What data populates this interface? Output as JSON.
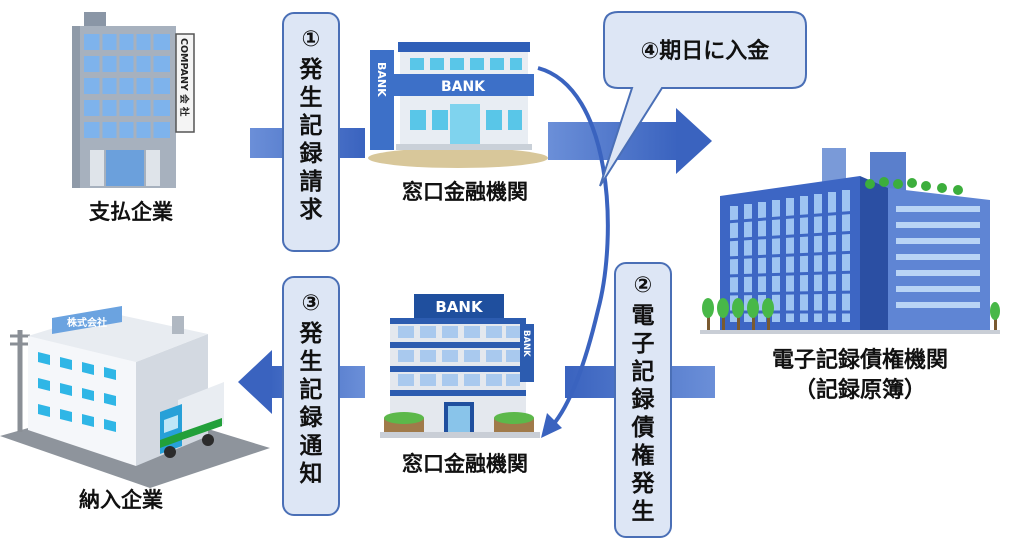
{
  "entities": {
    "payer": "支払企業",
    "bank_top": "窓口金融機関",
    "bank_bottom": "窓口金融機関",
    "supplier": "納入企業",
    "registry": "電子記録債権機関",
    "registry_sub": "（記録原簿）"
  },
  "building_signs": {
    "company_sign": "COMPANY 会 社",
    "bank_top_vertical": "BANK",
    "bank_top_front": "BANK",
    "bank_bottom_top": "BANK",
    "bank_bottom_side": "BANK",
    "supplier_sign": "株式会社"
  },
  "steps": {
    "step1": {
      "num": "①",
      "chars": [
        "発",
        "生",
        "記",
        "録",
        "請",
        "求"
      ]
    },
    "step2": {
      "num": "②",
      "chars": [
        "電",
        "子",
        "記",
        "録",
        "債",
        "権",
        "発",
        "生"
      ]
    },
    "step3": {
      "num": "③",
      "chars": [
        "発",
        "生",
        "記",
        "録",
        "通",
        "知"
      ]
    },
    "step4": {
      "label": "④期日に入金"
    }
  },
  "colors": {
    "arrow_blue": "#4472c4",
    "box_fill": "#dde6f5",
    "box_border": "#4a6fb6",
    "building_blue": "#3d66c4",
    "window_cyan": "#48c6e8"
  }
}
